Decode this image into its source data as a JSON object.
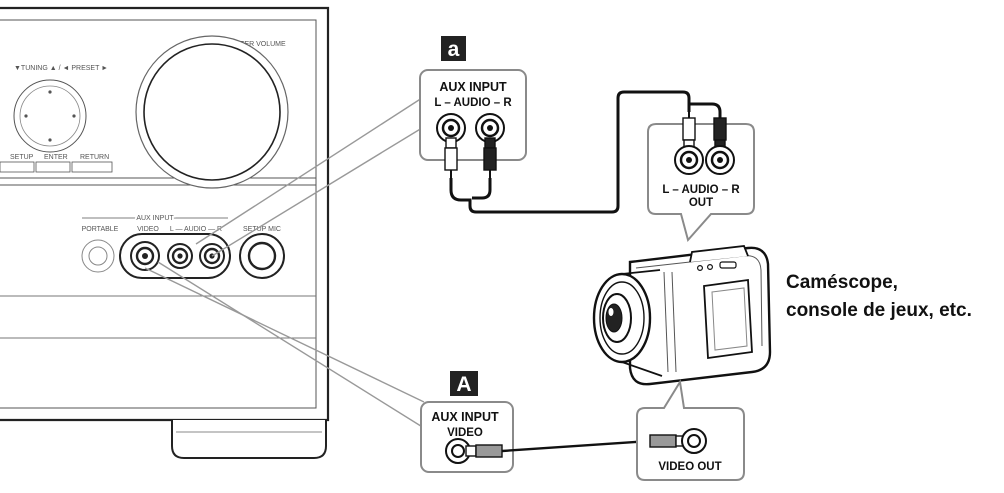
{
  "receiver": {
    "master_volume_label": "MASTER VOLUME",
    "tuning_preset_label": "▼TUNING ▲ / ◄ PRESET ►",
    "buttons": [
      "SETUP",
      "ENTER",
      "RETURN"
    ],
    "aux_input_group_label": "AUX INPUT",
    "portable_label": "PORTABLE",
    "video_jack_label": "VIDEO",
    "audio_jacks_label": "L — AUDIO — R",
    "setup_mic_label": "SETUP MIC"
  },
  "badges": {
    "audio": "a",
    "video": "A"
  },
  "callout_audio": {
    "line1": "AUX INPUT",
    "line2": "L – AUDIO – R"
  },
  "callout_video": {
    "line1": "AUX INPUT",
    "line2": "VIDEO"
  },
  "device_audio_out": {
    "line1": "L – AUDIO – R",
    "line2": "OUT"
  },
  "device_video_out": {
    "label": "VIDEO OUT"
  },
  "device": {
    "line1": "Caméscope,",
    "line2": "console de jeux, etc."
  }
}
